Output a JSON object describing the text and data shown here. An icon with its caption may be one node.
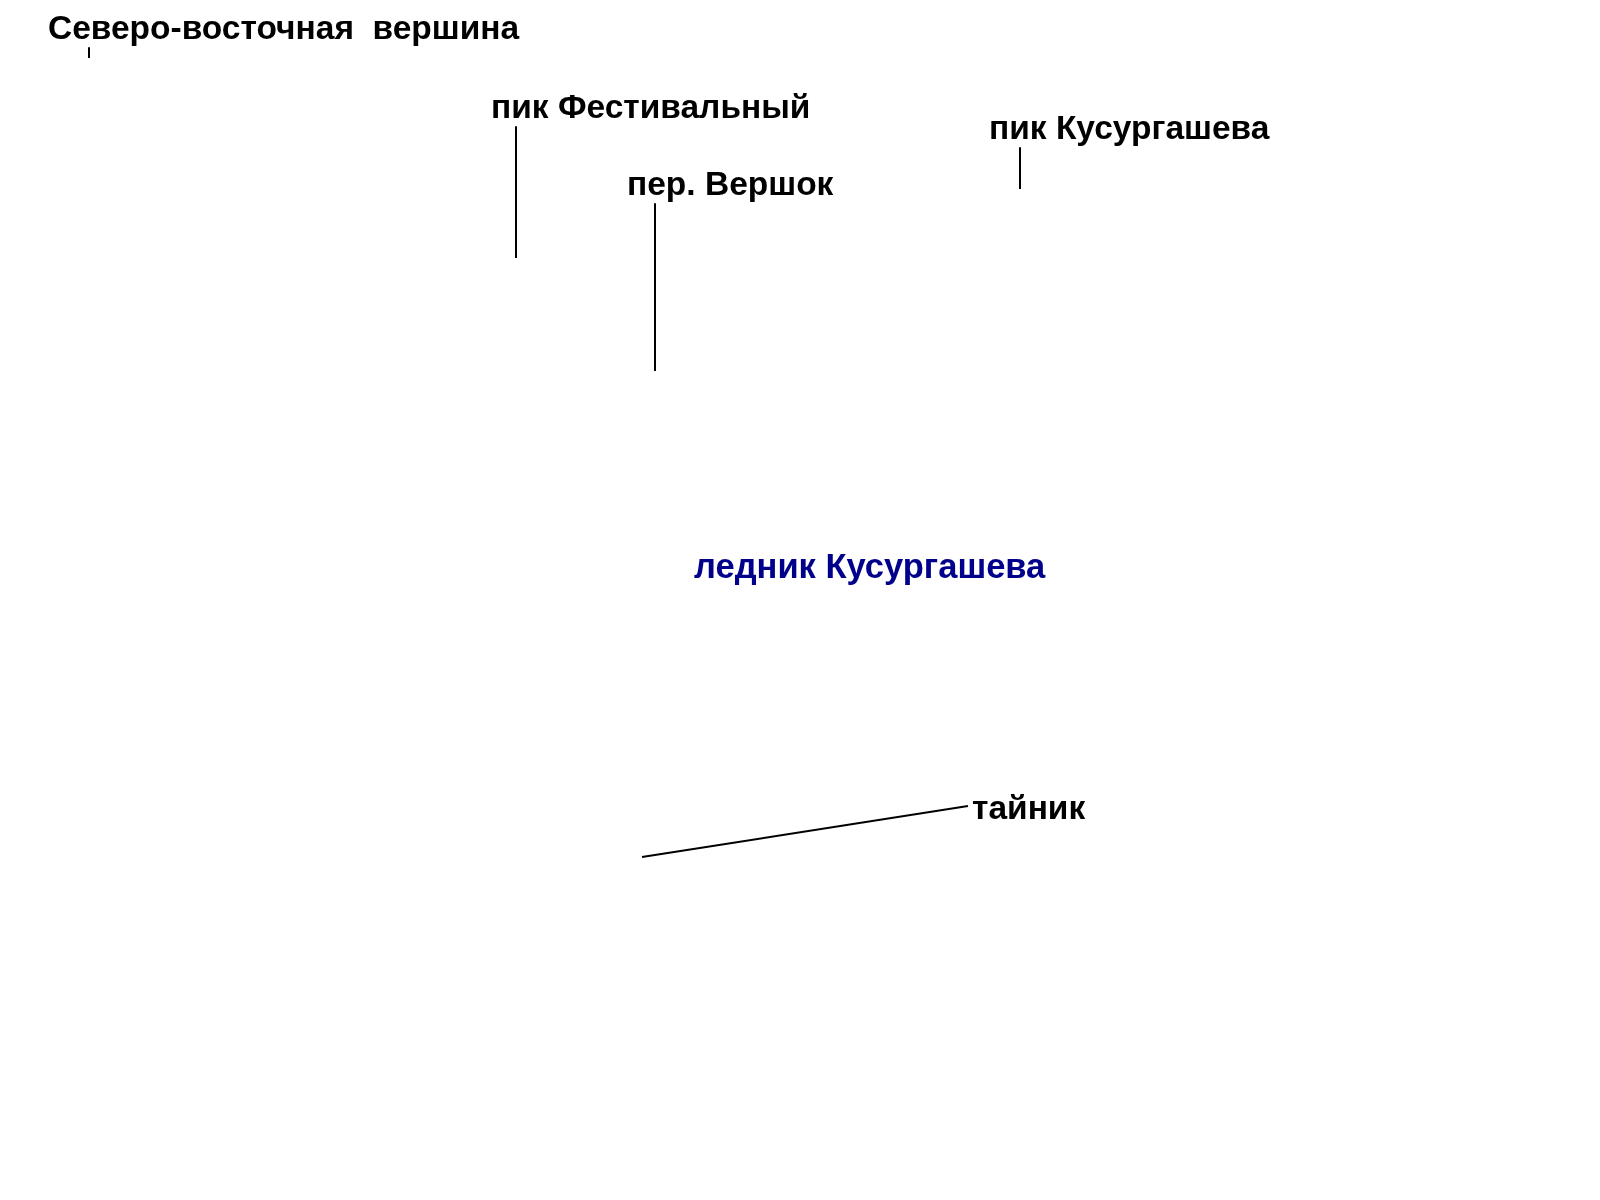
{
  "diagram": {
    "nodes": [
      {
        "text": [
          "Северо-восточная  вершина"
        ]
      },
      {
        "text": [
          "пик Фестивальный"
        ]
      },
      {
        "text": [
          "пер. Вершок"
        ]
      },
      {
        "text": [
          "пик Кусургашева"
        ]
      },
      {
        "text": [
          "тайник"
        ]
      }
    ],
    "edges": [
      {
        "from": 0,
        "to": null,
        "arrow": "none"
      },
      {
        "from": 1,
        "to": null,
        "arrow": "none"
      },
      {
        "from": 2,
        "to": null,
        "arrow": "none"
      },
      {
        "from": 3,
        "to": null,
        "arrow": "none"
      },
      {
        "from": 4,
        "to": null,
        "arrow": "none"
      }
    ],
    "labels": [
      "ледник Кусургашева"
    ]
  }
}
